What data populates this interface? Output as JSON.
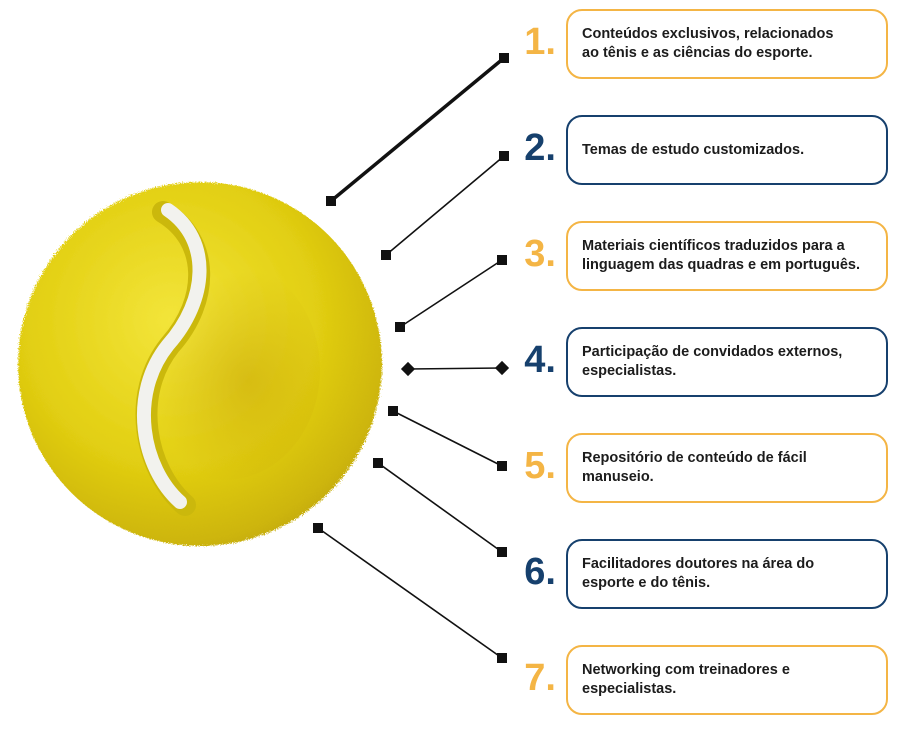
{
  "colors": {
    "accent_orange": "#f4b545",
    "accent_blue": "#16406d",
    "ball_yellow": "#e8d60f",
    "ball_seam": "#f2f2ee",
    "connector": "#111111"
  },
  "ball": {
    "icon": "tennis-ball-icon"
  },
  "items": [
    {
      "number": "1.",
      "text_lines": [
        "Conteúdos exclusivos, relacionados",
        "ao tênis e as ciências do esporte."
      ],
      "color": "orange"
    },
    {
      "number": "2.",
      "text_lines": [
        "Temas de estudo customizados."
      ],
      "color": "blue"
    },
    {
      "number": "3.",
      "text_lines": [
        "Materiais científicos traduzidos para a",
        "linguagem das quadras e em português."
      ],
      "color": "orange"
    },
    {
      "number": "4.",
      "text_lines": [
        "Participação de convidados externos,",
        "especialistas."
      ],
      "color": "blue"
    },
    {
      "number": "5.",
      "text_lines": [
        "Repositório de conteúdo de fácil",
        "manuseio."
      ],
      "color": "orange"
    },
    {
      "number": "6.",
      "text_lines": [
        "Facilitadores doutores na área do",
        "esporte e do tênis."
      ],
      "color": "blue"
    },
    {
      "number": "7.",
      "text_lines": [
        "Networking com treinadores e",
        "especialistas."
      ],
      "color": "orange"
    }
  ]
}
